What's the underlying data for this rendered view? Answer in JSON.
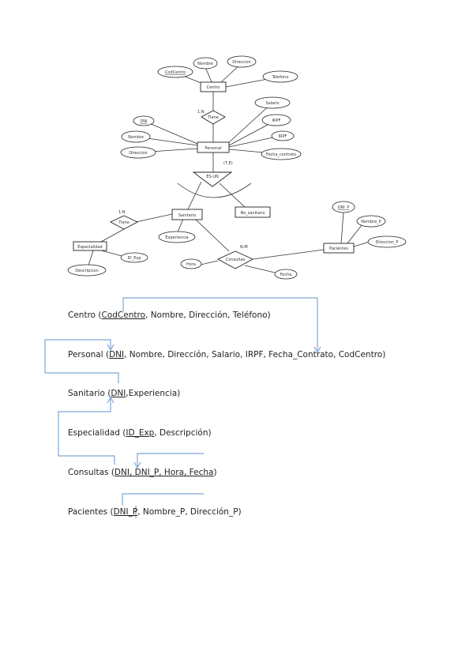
{
  "diagram": {
    "entities": {
      "centro": "Centro",
      "personal": "Personal",
      "sanitario": "Sanitario",
      "no_sanitario": "No_sanitario",
      "especialidad": "Especialidad",
      "pacientes": "Pacientes"
    },
    "relationships": {
      "tiene_top": "Tiene",
      "tiene_left": "Tiene",
      "consultas": "Consultas"
    },
    "attributes": {
      "codcentro": "CodCentro",
      "nombre_centro": "Nombre",
      "direccion_centro": "Direccion",
      "telefono": "Telefono",
      "dni": "DNI",
      "nombre_personal": "Nombre",
      "direccion_personal": "Direccion",
      "salario": "Salario",
      "irpf": "IRPF",
      "fecha_contrato": "Fecha_contrato",
      "experiencia": "Experiencia",
      "id_exp": "ID_Exp",
      "descripcion": "Descripcion",
      "hora": "Hora",
      "fecha": "Fecha",
      "dni_p": "DNI_P",
      "nombre_p": "Nombre_P",
      "direccion_p": "Direccion_P"
    },
    "cardinality": {
      "one_n_top": "1:N",
      "one_n_left": "1:N",
      "n_m": "N:M"
    },
    "hierarchy_label": "ES-UN",
    "hierarchy_constraint": "(T,E)"
  },
  "schema": {
    "centro": {
      "table": "Centro",
      "open": " (",
      "pk": "CodCentro",
      "rest": ", Nombre, Dirección, Teléfono)"
    },
    "personal": {
      "table": "Personal",
      "open": " (",
      "pk": "DNI",
      "rest": ", Nombre, Dirección, Salario, IRPF, Fecha_Contrato, CodCentro)"
    },
    "sanitario": {
      "table": "Sanitario",
      "open": " (",
      "pk": "DNI",
      "rest": ",Experiencia)"
    },
    "especialidad": {
      "table": "Especialidad",
      "open": " (",
      "pk": "ID_Exp",
      "rest": ", Descripción)"
    },
    "consultas": {
      "table": "Consultas",
      "open": " (",
      "pk": "DNI, DNI_P, Hora, Fecha",
      "rest": ")"
    },
    "pacientes": {
      "table": "Pacientes",
      "open": " (",
      "pk": "DNI_P",
      "rest": ", Nombre_P, Dirección_P)"
    }
  },
  "colors": {
    "arrow": "#7fa6d6",
    "text": "#222222"
  }
}
